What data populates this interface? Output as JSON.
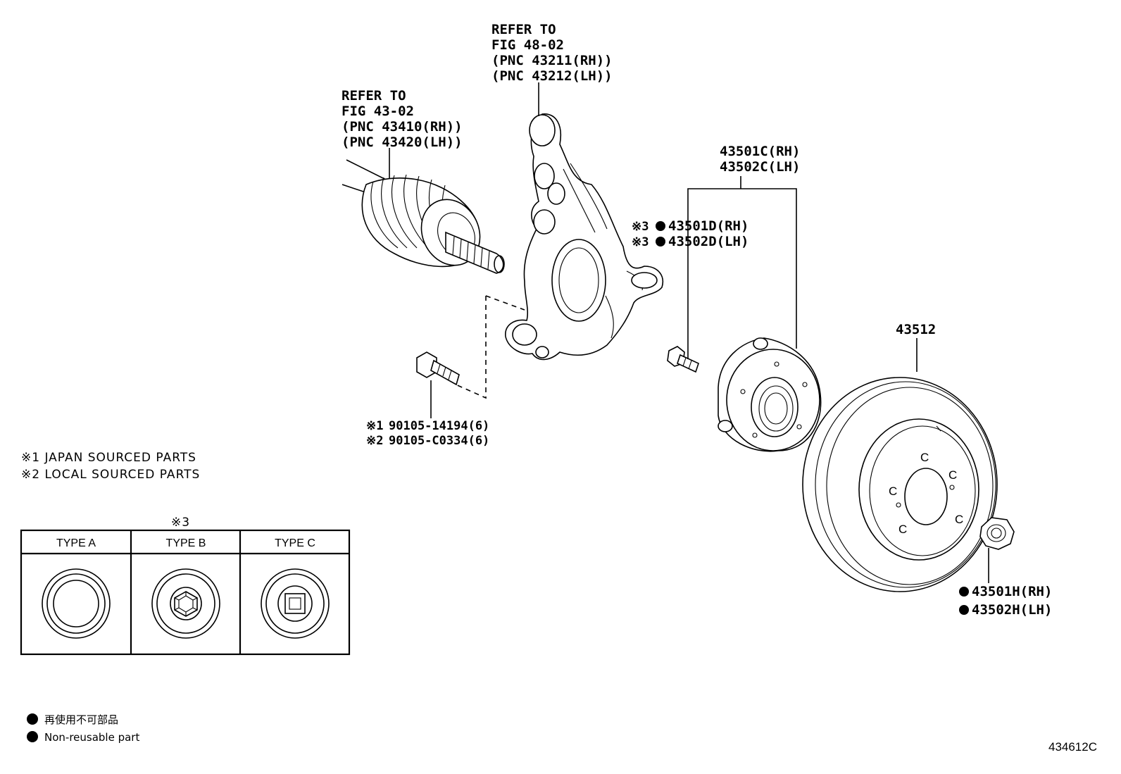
{
  "callouts": {
    "driveshaft": [
      "REFER TO",
      "FIG 43-02",
      "(PNC 43410(RH))",
      "(PNC 43420(LH))"
    ],
    "knuckle": [
      "REFER TO",
      "FIG 48-02",
      "(PNC 43211(RH))",
      "(PNC 43212(LH))"
    ],
    "hub_assembly": [
      "43501C(RH)",
      "43502C(LH)"
    ],
    "hub_bolt": [
      {
        "mark": "※3",
        "dot": true,
        "text": "43501D(RH)"
      },
      {
        "mark": "※3",
        "dot": true,
        "text": "43502D(LH)"
      }
    ],
    "knuckle_bolt": [
      {
        "mark": "※1",
        "text": "90105-14194(6)"
      },
      {
        "mark": "※2",
        "text": "90105-C0334(6)"
      }
    ],
    "disc": "43512",
    "hub_nut": [
      {
        "dot": true,
        "text": "43501H(RH)"
      },
      {
        "dot": true,
        "text": "43502H(LH)"
      }
    ]
  },
  "notes": [
    "※1 JAPAN SOURCED PARTS",
    "※2 LOCAL SOURCED PARTS"
  ],
  "type_table": {
    "mark": "※3",
    "headers": [
      "TYPE A",
      "TYPE B",
      "TYPE C"
    ],
    "icons": [
      "plain-nut-icon",
      "hex-socket-nut-icon",
      "square-socket-nut-icon"
    ]
  },
  "legend": [
    "再使用不可部品",
    "Non-reusable part"
  ],
  "figure_number": "434612C"
}
